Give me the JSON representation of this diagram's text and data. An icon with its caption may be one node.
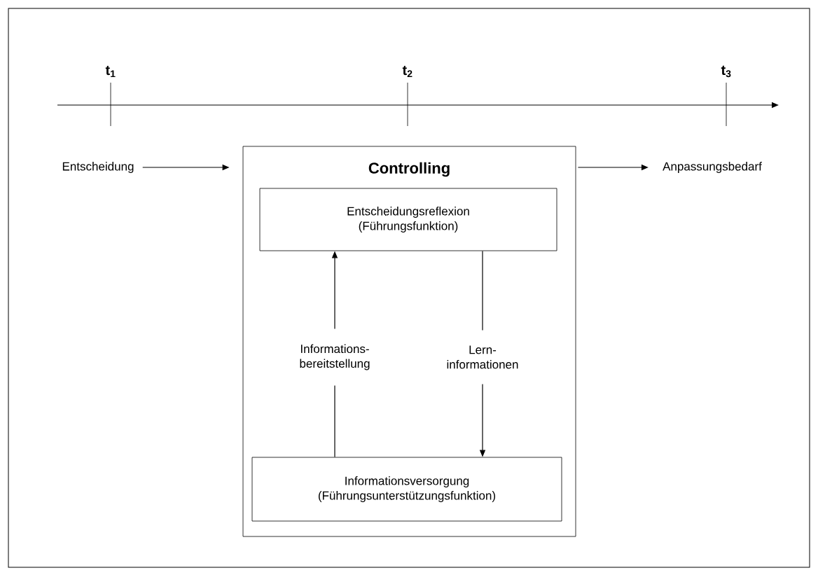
{
  "diagram": {
    "nodes": [
      {
        "text": [
          "Entscheidung"
        ]
      },
      {
        "text": [
          "Controlling"
        ]
      },
      {
        "text": [
          "Entscheidungsreflexion (Führungsfunktion)"
        ],
        "in": 1
      },
      {
        "text": [
          "Informationsversorgung (Führungsunterstützungsfunktion)"
        ],
        "in": 1
      },
      {
        "text": [
          "Anpassungsbedarf"
        ]
      }
    ],
    "edges": [
      {
        "from": 0,
        "to": 1,
        "arrow": "to"
      },
      {
        "from": 1,
        "to": 4,
        "arrow": "to"
      },
      {
        "from": 3,
        "to": 2,
        "arrow": "to",
        "label": "Informations- bereitstellung"
      },
      {
        "from": 2,
        "to": 3,
        "arrow": "to",
        "label": "Lern- informationen"
      }
    ],
    "labels": [
      "t$_{1}$",
      "t$_{2}$",
      "t$_{3}$"
    ]
  }
}
